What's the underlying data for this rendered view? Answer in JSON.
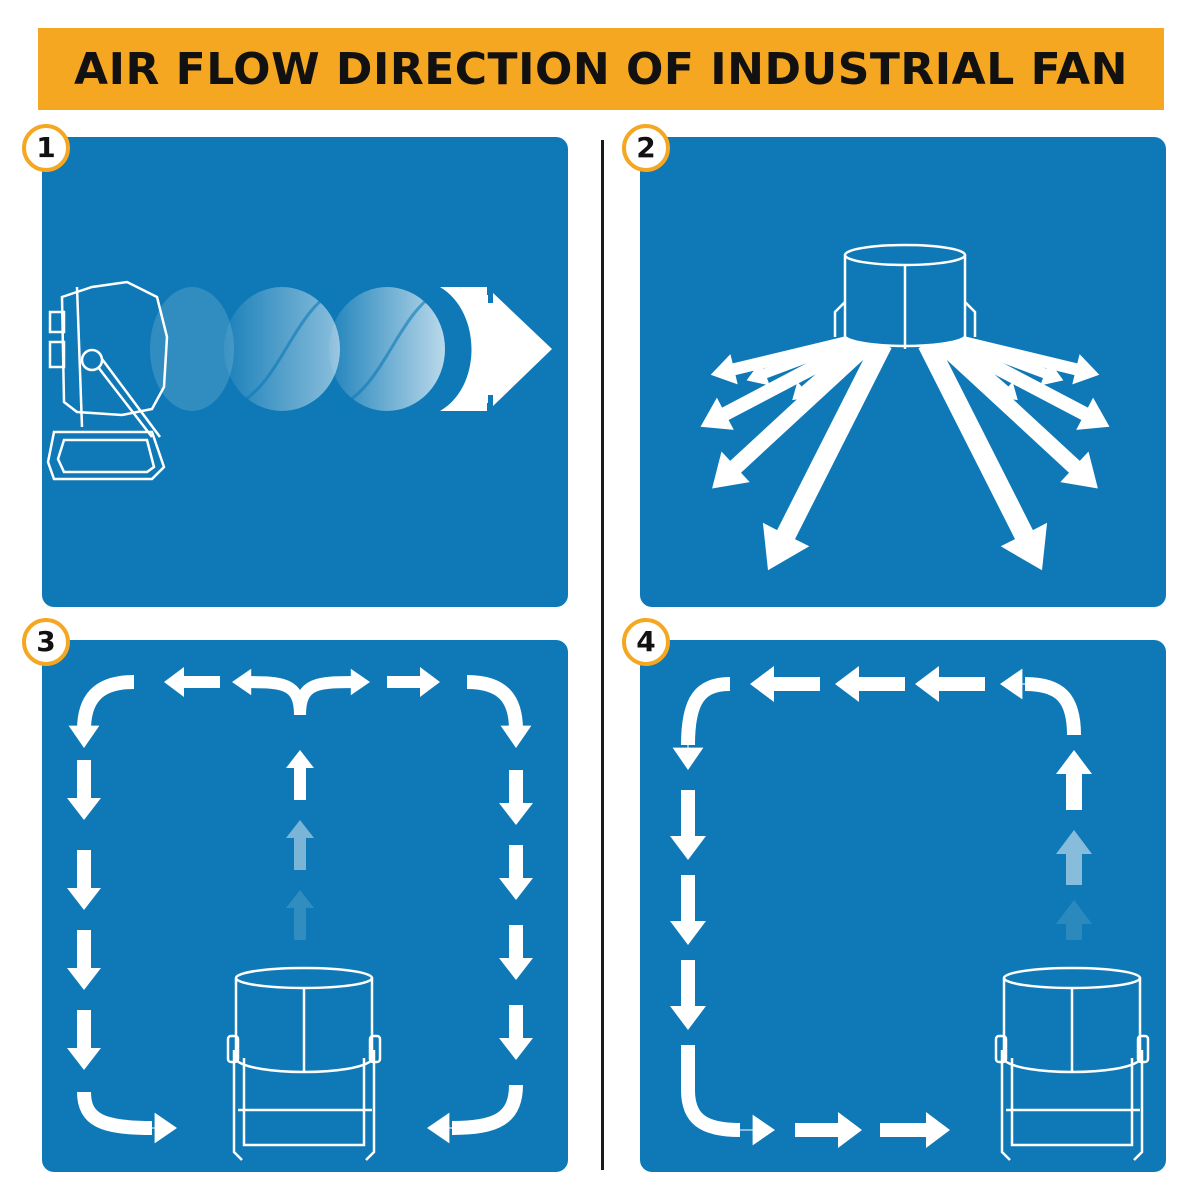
{
  "title": "AIR FLOW DIRECTION OF INDUSTRIAL FAN",
  "colors": {
    "banner": "#f5a722",
    "panel": "#0e79b6",
    "arrow": "#ffffff",
    "badge_ring": "#f5a722",
    "divider": "#1a1a1a"
  },
  "panels": [
    {
      "number": "1"
    },
    {
      "number": "2"
    },
    {
      "number": "3"
    },
    {
      "number": "4"
    }
  ]
}
